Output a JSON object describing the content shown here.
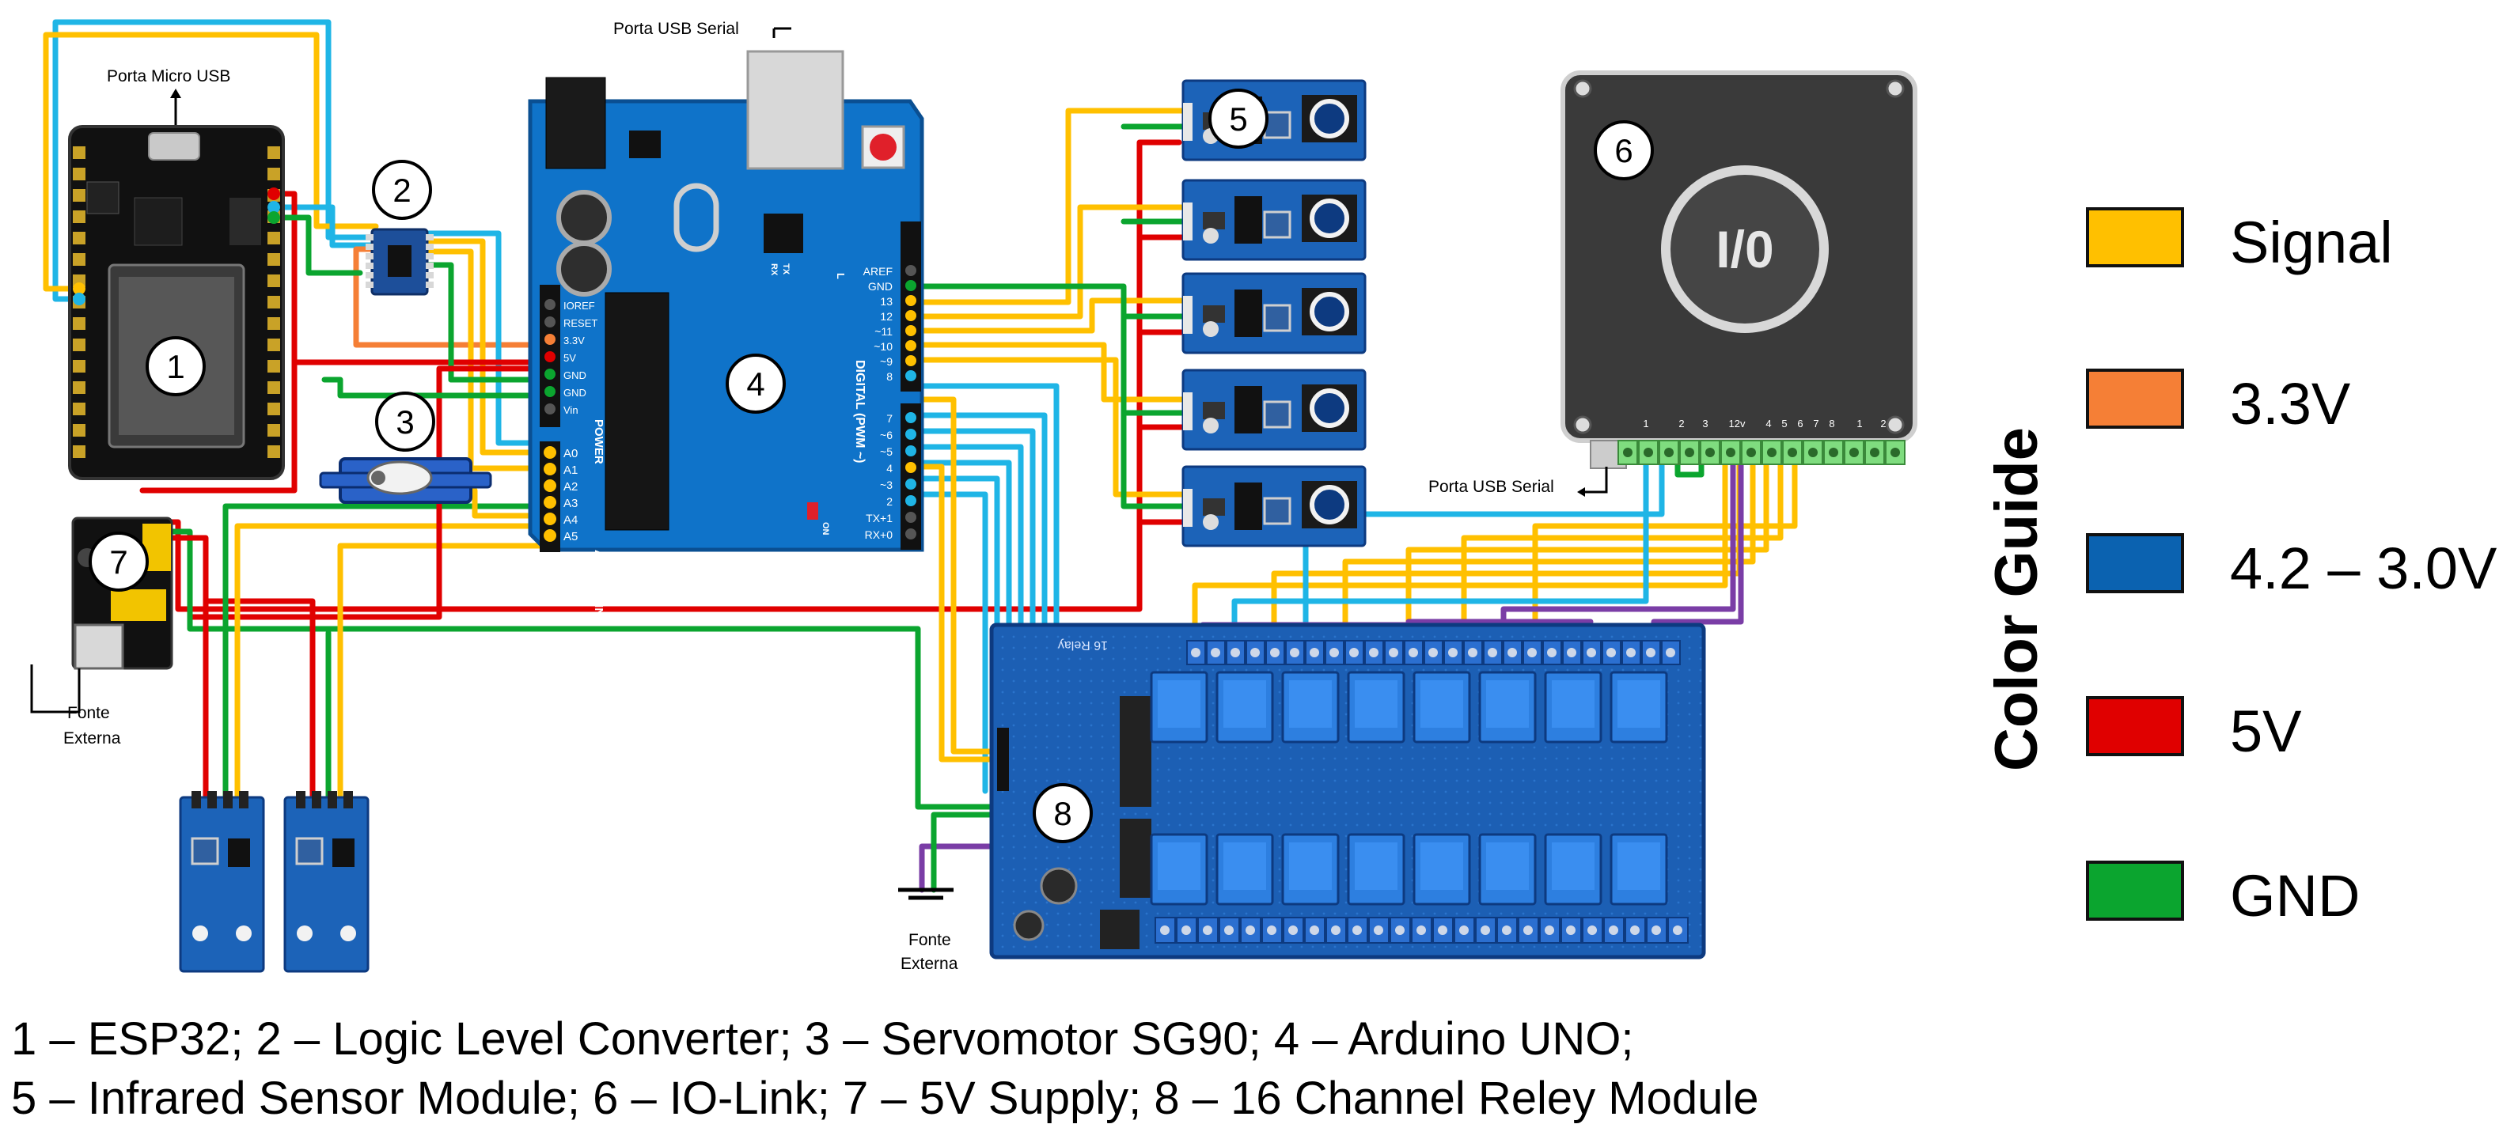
{
  "labels": {
    "micro_usb": "Porta Micro  USB",
    "usb_serial_top": "Porta USB Serial",
    "usb_serial_iolink": "Porta USB Serial",
    "fonte_externa_1a": "Fonte",
    "fonte_externa_1b": "Externa",
    "fonte_externa_2a": "Fonte",
    "fonte_externa_2b": "Externa",
    "io_symbol": "I/0"
  },
  "markers": [
    "1",
    "2",
    "3",
    "4",
    "5",
    "6",
    "7",
    "8"
  ],
  "arduino": {
    "power_pins": [
      "IOREF",
      "RESET",
      "3.3V",
      "5V",
      "GND",
      "GND",
      "Vin"
    ],
    "analog_pins": [
      "A0",
      "A1",
      "A2",
      "A3",
      "A4",
      "A5"
    ],
    "digital_pins_top": [
      "AREF",
      "GND",
      "13",
      "12",
      "~11",
      "~10",
      "~9",
      "8"
    ],
    "digital_pins_bottom": [
      "7",
      "~6",
      "~5",
      "4",
      "~3",
      "2",
      "TX+1",
      "RX+0"
    ],
    "power_label": "POWER",
    "analog_label": "ANALOG IN",
    "digital_label": "DIGITAL (PWM ~)",
    "on_label": "ON",
    "led_l": "L",
    "tx": "TX",
    "rx": "RX"
  },
  "iolink_terminals": [
    "1",
    "2",
    "3",
    "12v",
    "4",
    "5",
    "6",
    "7",
    "8",
    "1",
    "2"
  ],
  "relay_board_label": "16 Relay",
  "caption": {
    "line1": "1 – ESP32; 2 – Logic Level Converter; 3 – Servomotor SG90; 4 – Arduino UNO;",
    "line2": "5 – Infrared Sensor Module; 6 – IO-Link; 7 – 5V Supply; 8 – 16 Channel Reley Module"
  },
  "color_guide": {
    "title": "Color Guide",
    "items": [
      {
        "label": "Signal",
        "color": "#FFC000"
      },
      {
        "label": "3.3V",
        "color": "#F57F36"
      },
      {
        "label": "4.2 – 3.0V",
        "color": "#0B62B0"
      },
      {
        "label": "5V",
        "color": "#E00000"
      },
      {
        "label": "GND",
        "color": "#0BA52F"
      }
    ]
  },
  "wire_colors": {
    "signal": "#FFC000",
    "v33": "#F57F36",
    "lv": "#1FB5E6",
    "v5": "#E00000",
    "gnd": "#0BA52F",
    "ext": "#7A3DA6"
  }
}
